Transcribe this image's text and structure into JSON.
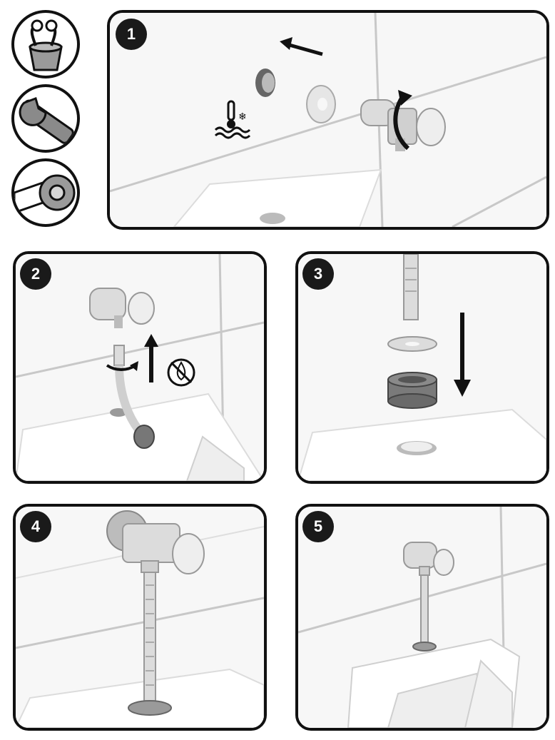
{
  "tools": [
    {
      "icon": "sealant-tube-icon"
    },
    {
      "icon": "wrench-icon"
    },
    {
      "icon": "ptfe-tape-icon"
    }
  ],
  "steps": [
    {
      "number": "1"
    },
    {
      "number": "2"
    },
    {
      "number": "3"
    },
    {
      "number": "4"
    },
    {
      "number": "5"
    }
  ]
}
